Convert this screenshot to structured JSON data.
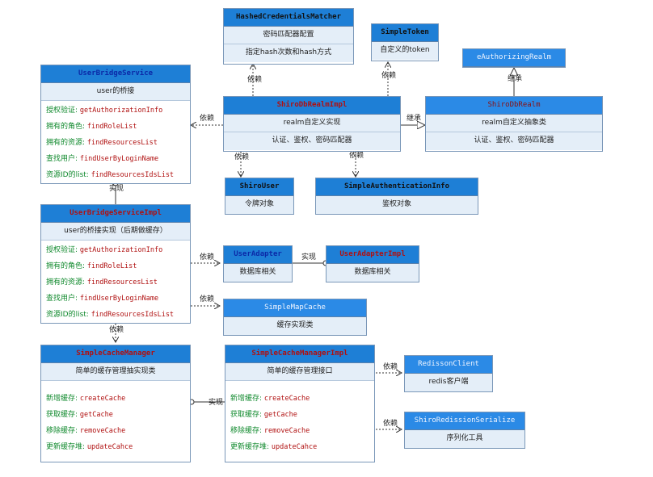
{
  "boxes": {
    "hashed": {
      "title": "HashedCredentialsMatcher",
      "subs": [
        "密码匹配器配置",
        "指定hash次数和hash方式"
      ]
    },
    "simpletoken": {
      "title": "SimpleToken",
      "subs": [
        "自定义的token"
      ]
    },
    "eauthrealm": {
      "title": "eAuthorizingRealm"
    },
    "ubs": {
      "title": "UserBridgeService",
      "subs": [
        "user的桥接"
      ],
      "rows": [
        {
          "label": "授权验证: ",
          "method": "getAuthorizationInfo"
        },
        {
          "label": "拥有的角色: ",
          "method": "findRoleList"
        },
        {
          "label": "拥有的资源: ",
          "method": "findResourcesList"
        },
        {
          "label": "查找用户: ",
          "method": "findUserByLoginName"
        },
        {
          "label": "资源ID的list: ",
          "method": "findResourcesIdsList"
        }
      ]
    },
    "shirodb": {
      "title": "ShiroDbRealmImpl",
      "subs": [
        "realm自定义实现",
        "认证、鉴权、密码匹配器"
      ]
    },
    "shiroreal": {
      "title": "ShiroDbRealm",
      "subs": [
        "realm自定义抽象类",
        "认证、鉴权、密码匹配器"
      ]
    },
    "shirouser": {
      "title": "ShiroUser",
      "subs": [
        "令牌对象"
      ]
    },
    "sai": {
      "title": "SimpleAuthenticationInfo",
      "subs": [
        "鉴权对象"
      ]
    },
    "ubsi": {
      "title": "UserBridgeServiceImpl",
      "subs": [
        "user的桥接实现（后期做缓存）"
      ],
      "rows": [
        {
          "label": "授权验证: ",
          "method": "getAuthorizationInfo"
        },
        {
          "label": "拥有的角色: ",
          "method": "findRoleList"
        },
        {
          "label": "拥有的资源: ",
          "method": "findResourcesList"
        },
        {
          "label": "查找用户: ",
          "method": "findUserByLoginName"
        },
        {
          "label": "资源ID的list: ",
          "method": "findResourcesIdsList"
        }
      ]
    },
    "ua": {
      "title": "UserAdapter",
      "subs": [
        "数据库相关"
      ]
    },
    "uai": {
      "title": "UserAdapterImpl",
      "subs": [
        "数据库相关"
      ]
    },
    "smc": {
      "title": "SimpleMapCache",
      "subs": [
        "缓存实现类"
      ]
    },
    "scm": {
      "title": "SimpleCacheManager",
      "subs": [
        "简单的缓存管理抽实现类"
      ],
      "rows": [
        {
          "label": "新增缓存: ",
          "method": "createCache"
        },
        {
          "label": "获取缓存: ",
          "method": "getCache"
        },
        {
          "label": "移除缓存: ",
          "method": "removeCache"
        },
        {
          "label": "更新缓存堆: ",
          "method": "updateCahce"
        }
      ]
    },
    "scmi": {
      "title": "SimpleCacheManagerImpl",
      "subs": [
        "简单的缓存管理接口"
      ],
      "rows": [
        {
          "label": "新增缓存: ",
          "method": "createCache"
        },
        {
          "label": "获取缓存: ",
          "method": "getCache"
        },
        {
          "label": "移除缓存: ",
          "method": "removeCache"
        },
        {
          "label": "更新缓存堆: ",
          "method": "updateCahce"
        }
      ]
    },
    "rc": {
      "title": "RedissonClient",
      "subs": [
        "redis客户端"
      ]
    },
    "srs": {
      "title": "ShiroRedissionSerialize",
      "subs": [
        "序列化工具"
      ]
    }
  },
  "link_labels": {
    "depend": "依赖",
    "inherit": "继承",
    "implement": "实现"
  },
  "colors": {
    "header_blue": "#1e7fd6",
    "sub_bg": "#e4eef8",
    "border": "#7a97b8",
    "method_red": "#b01010",
    "label_green": "#118a2e",
    "link_line": "#333333"
  }
}
